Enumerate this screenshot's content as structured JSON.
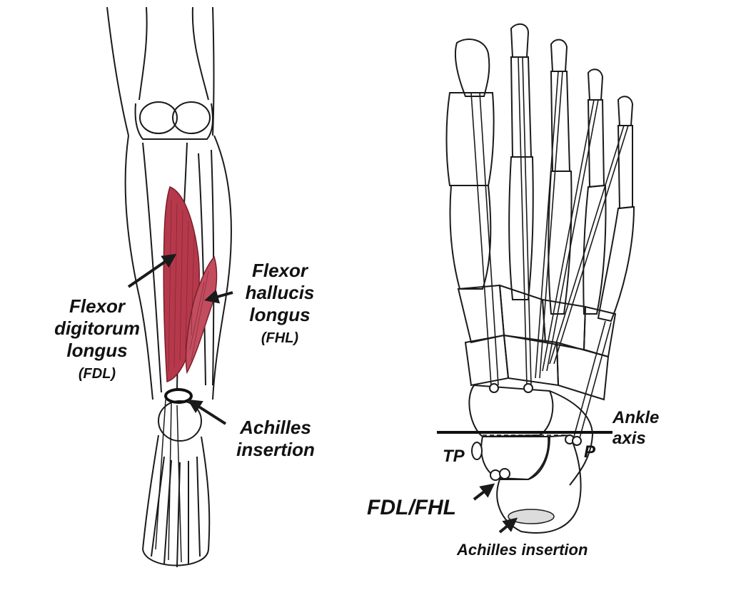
{
  "labels": {
    "fdl": {
      "line1": "Flexor",
      "line2": "digitorum",
      "line3": "longus",
      "line4": "(FDL)"
    },
    "fhl": {
      "line1": "Flexor",
      "line2": "hallucis",
      "line3": "longus",
      "line4": "(FHL)"
    },
    "achilles_leg": {
      "line1": "Achilles",
      "line2": "insertion"
    },
    "ankle_axis": {
      "line1": "Ankle",
      "line2": "axis"
    },
    "tp": "TP",
    "p": "P",
    "fdl_fhl": "FDL/FHL",
    "achilles_foot": "Achilles insertion"
  },
  "colors": {
    "muscle": "#b5394b",
    "muscle_light": "#d27682",
    "line": "#1a1a1a",
    "achilles_fill": "#dcdcdc"
  },
  "icons": [
    "arrow-icon",
    "ring-icon"
  ]
}
